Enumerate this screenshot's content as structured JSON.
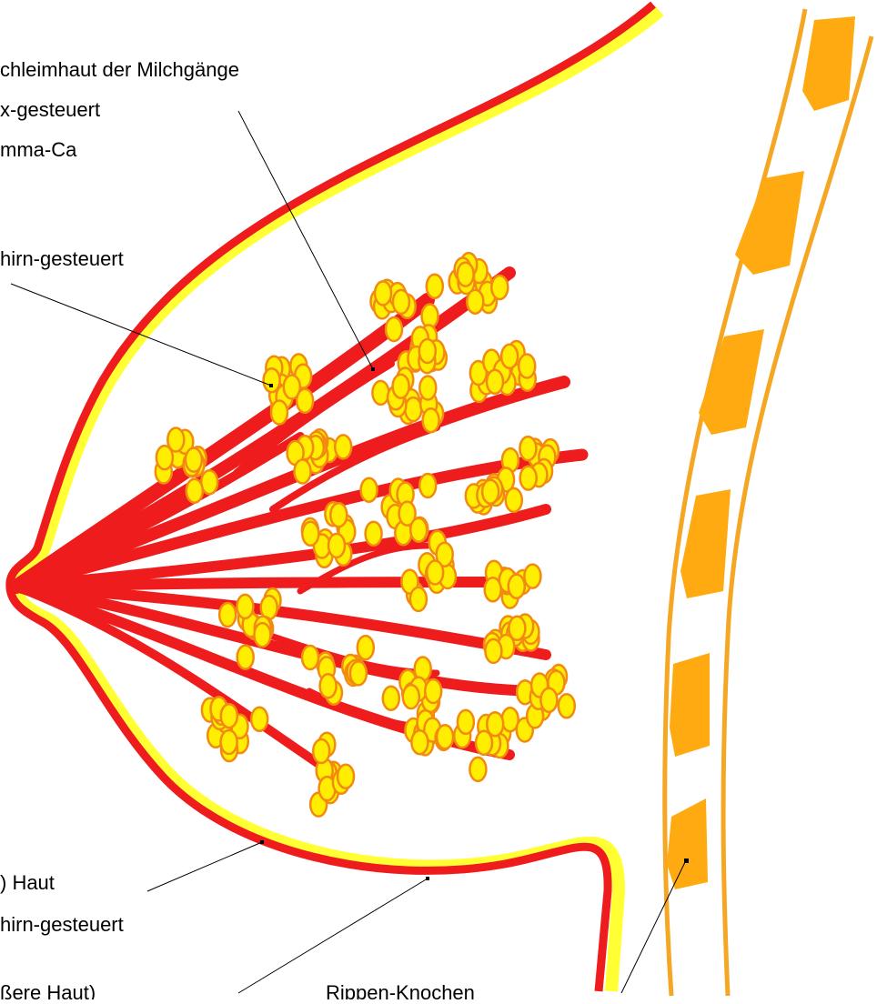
{
  "labels": {
    "ducts_line1": "chleimhaut der Milchgänge",
    "ducts_line2": "x-gesteuert",
    "ducts_line3": "mma-Ca",
    "lobules": "hirn-gesteuert",
    "skin_line1": ") Haut",
    "skin_line2": "hirn-gesteuert",
    "outer_skin": "ßere Haut)",
    "rib_bone": "Rippen-Knochen"
  },
  "colors": {
    "duct": "#ee1c1c",
    "lobule_fill": "#ffee00",
    "lobule_stroke": "#f28a12",
    "skin_inner": "#ffff33",
    "rib_line": "#f5a623",
    "rib_bone": "#ffaa11",
    "leader": "#000000"
  }
}
